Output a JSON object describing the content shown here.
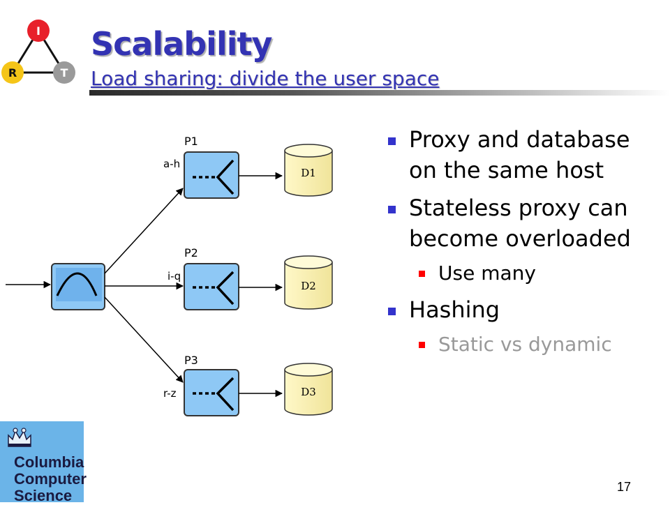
{
  "slide": {
    "title": "Scalability",
    "subtitle": "Load sharing: divide the user space",
    "page_number": "17"
  },
  "logo_irt": {
    "letters": [
      "I",
      "R",
      "T"
    ],
    "colors": [
      "#e8202a",
      "#f5c518",
      "#9a9a9a"
    ]
  },
  "logo_columbia": {
    "lines": [
      "Columbia",
      "Computer",
      "Science"
    ]
  },
  "diagram": {
    "proxies": [
      {
        "name": "P1",
        "range": "a-h",
        "db": "D1"
      },
      {
        "name": "P2",
        "range": "i-q",
        "db": "D2"
      },
      {
        "name": "P3",
        "range": "r-z",
        "db": "D3"
      }
    ]
  },
  "bullets": [
    {
      "level": 1,
      "text": "Proxy and database on the same host"
    },
    {
      "level": 1,
      "text": "Stateless proxy can become overloaded"
    },
    {
      "level": 2,
      "text": "Use many"
    },
    {
      "level": 1,
      "text": "Hashing"
    },
    {
      "level": 2,
      "text": "Static vs dynamic",
      "muted": true
    }
  ],
  "colors": {
    "title": "#3333b3",
    "bullet_l1": "#3333cc",
    "bullet_l2": "#ff0000",
    "box": "#8ec8f5"
  }
}
